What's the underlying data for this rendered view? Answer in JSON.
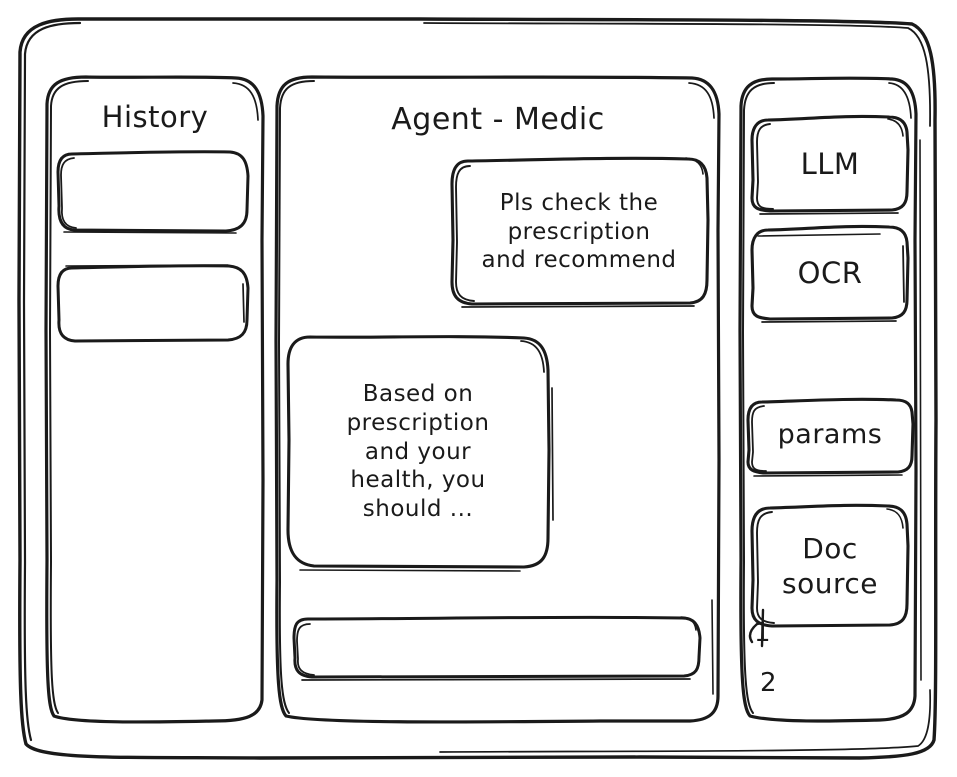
{
  "window": {
    "name": "agent-medic-wireframe"
  },
  "sidebar": {
    "title": "History",
    "items": [
      {
        "label": "",
        "name": "history-item-1"
      },
      {
        "label": "",
        "name": "history-item-2"
      }
    ]
  },
  "main": {
    "title": "Agent - Medic",
    "messages": [
      {
        "role": "user",
        "text": "Pls check the\nprescription\nand recommend"
      },
      {
        "role": "assistant",
        "text": "Based on\nprescription\nand your\nhealth, you\nshould ..."
      }
    ],
    "composer": {
      "value": "",
      "placeholder": ""
    }
  },
  "tools": {
    "items": [
      {
        "label": "LLM",
        "name": "tool-llm"
      },
      {
        "label": "OCR",
        "name": "tool-ocr"
      },
      {
        "label": "params",
        "name": "tool-params"
      },
      {
        "label": "Doc\nsource",
        "name": "tool-doc-source"
      }
    ],
    "doc_list": [
      "1",
      "2"
    ]
  },
  "colors": {
    "ink": "#1a1a1a",
    "paper": "#ffffff"
  }
}
